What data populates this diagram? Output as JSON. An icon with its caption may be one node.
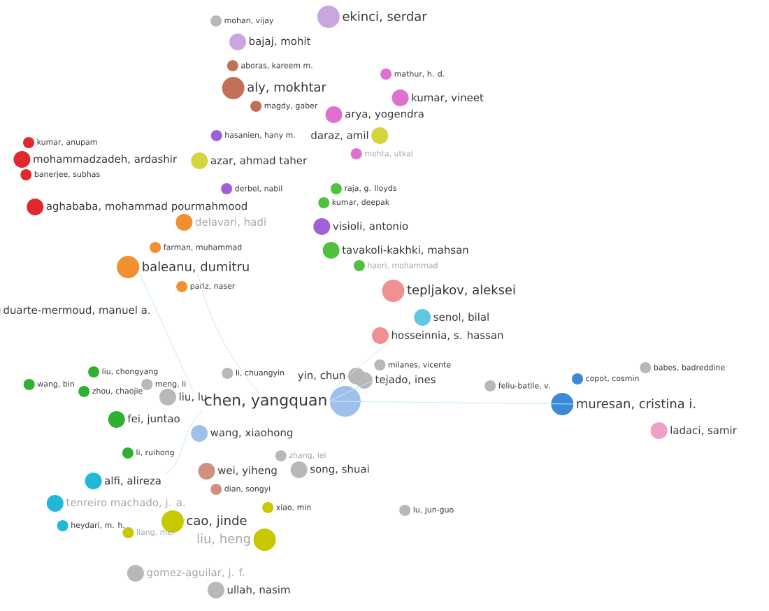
{
  "diagram": {
    "nodes": [
      {
        "text": [
          "ekinci, serdar"
        ]
      },
      {
        "text": [
          "mohan, vijay"
        ]
      },
      {
        "text": [
          "bajaj, mohit"
        ]
      },
      {
        "text": [
          "aboras, kareem m."
        ]
      },
      {
        "text": [
          "aly, mokhtar"
        ]
      },
      {
        "text": [
          "magdy, gaber"
        ]
      },
      {
        "text": [
          "mathur, h. d."
        ]
      },
      {
        "text": [
          "kumar, vineet"
        ]
      },
      {
        "text": [
          "arya, yogendra"
        ]
      },
      {
        "text": [
          "hasanien, hany m."
        ]
      },
      {
        "text": [
          "daraz, amil"
        ]
      },
      {
        "text": [
          "mehta, utkal"
        ]
      },
      {
        "text": [
          "azar, ahmad taher"
        ]
      },
      {
        "text": [
          "kumar, anupam"
        ]
      },
      {
        "text": [
          "mohammadzadeh, ardashir"
        ]
      },
      {
        "text": [
          "banerjee, subhas"
        ]
      },
      {
        "text": [
          "derbel, nabil"
        ]
      },
      {
        "text": [
          "raja, g. lloyds"
        ]
      },
      {
        "text": [
          "kumar, deepak"
        ]
      },
      {
        "text": [
          "aghababa, mohammad pourmahmood"
        ]
      },
      {
        "text": [
          "visioli, antonio"
        ]
      },
      {
        "text": [
          "delavari, hadi"
        ]
      },
      {
        "text": [
          "farman, muhammad"
        ]
      },
      {
        "text": [
          "tavakoli-kakhki, mahsan"
        ]
      },
      {
        "text": [
          "baleanu, dumitru"
        ]
      },
      {
        "text": [
          "haeri, mohammad"
        ]
      },
      {
        "text": [
          "tepljakov, aleksei"
        ]
      },
      {
        "text": [
          "pariz, naser"
        ]
      },
      {
        "text": [
          "senol, bilal"
        ]
      },
      {
        "text": [
          "duarte-mermoud, manuel a."
        ]
      },
      {
        "text": [
          "hosseinnia, s. hassan"
        ]
      },
      {
        "text": [
          "li, chuangyin"
        ]
      },
      {
        "text": [
          "yin, chun"
        ]
      },
      {
        "text": [
          "milanes, vicente"
        ]
      },
      {
        "text": [
          "liu, chongyang"
        ]
      },
      {
        "text": [
          "tejado, ines"
        ]
      },
      {
        "text": [
          "feliu-batlle, v."
        ]
      },
      {
        "text": [
          "copot, cosmin"
        ]
      },
      {
        "text": [
          "babes, badreddine"
        ]
      },
      {
        "text": [
          "wang, bin"
        ]
      },
      {
        "text": [
          "zhou, chaojie"
        ]
      },
      {
        "text": [
          "meng, li"
        ]
      },
      {
        "text": [
          "liu, lu"
        ]
      },
      {
        "text": [
          "chen, yangquan"
        ]
      },
      {
        "text": [
          "muresan, cristina i."
        ]
      },
      {
        "text": [
          "fei, juntao"
        ]
      },
      {
        "text": [
          "ladaci, samir"
        ]
      },
      {
        "text": [
          "wang, xiaohong"
        ]
      },
      {
        "text": [
          "li, ruihong"
        ]
      },
      {
        "text": [
          "wei, yiheng"
        ]
      },
      {
        "text": [
          "zhang, lei"
        ]
      },
      {
        "text": [
          "song, shuai"
        ]
      },
      {
        "text": [
          "alfi, alireza"
        ]
      },
      {
        "text": [
          "dian, songyi"
        ]
      },
      {
        "text": [
          "tenreiro machado, j. a."
        ]
      },
      {
        "text": [
          "xiao, min"
        ]
      },
      {
        "text": [
          "lu, jun-guo"
        ]
      },
      {
        "text": [
          "heydari, m. h."
        ]
      },
      {
        "text": [
          "cao, jinde"
        ]
      },
      {
        "text": [
          "liang, mei"
        ]
      },
      {
        "text": [
          "liu, heng"
        ]
      },
      {
        "text": [
          "gomez-aguilar, j. f."
        ]
      },
      {
        "text": [
          "ullah, nasim"
        ]
      }
    ],
    "edges": [
      {
        "from": 43,
        "to": 44,
        "arrow": "none"
      },
      {
        "from": 43,
        "to": 35,
        "arrow": "none"
      },
      {
        "from": 43,
        "to": 24,
        "arrow": "none"
      },
      {
        "from": 43,
        "to": 30,
        "arrow": "none"
      },
      {
        "from": 24,
        "to": 42,
        "arrow": "none"
      },
      {
        "from": 43,
        "to": 52,
        "arrow": "none"
      }
    ]
  }
}
